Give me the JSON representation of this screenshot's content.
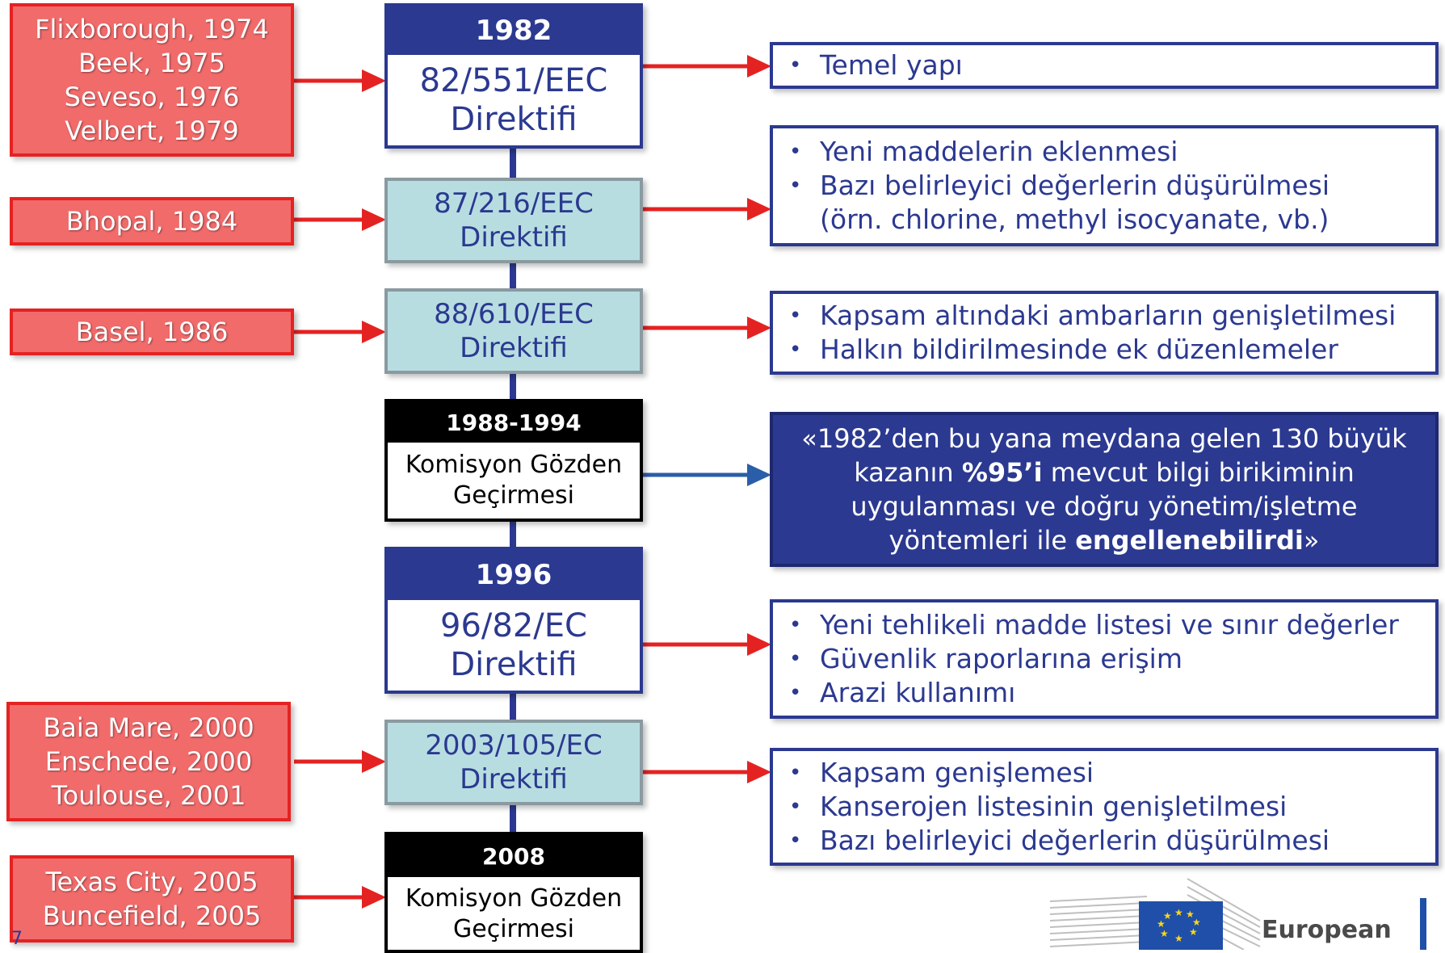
{
  "accidents": [
    {
      "id": "acc1",
      "lines": [
        "Flixborough, 1974",
        "Beek, 1975",
        "Seveso, 1976",
        "Velbert, 1979"
      ]
    },
    {
      "id": "acc2",
      "lines": [
        "Bhopal, 1984"
      ]
    },
    {
      "id": "acc3",
      "lines": [
        "Basel, 1986"
      ]
    },
    {
      "id": "acc4",
      "lines": [
        "Baia Mare, 2000",
        "Enschede, 2000",
        "Toulouse, 2001"
      ]
    },
    {
      "id": "acc5",
      "lines": [
        "Texas City, 2005",
        "Buncefield, 2005"
      ]
    }
  ],
  "timeline": {
    "d1982": {
      "year": "1982",
      "line1": "82/551/EEC",
      "line2": "Direktifi"
    },
    "d1987": {
      "line1": "87/216/EEC",
      "line2": "Direktifi"
    },
    "d1988": {
      "line1": "88/610/EEC",
      "line2": "Direktifi"
    },
    "review1": {
      "year": "1988-1994",
      "line1": "Komisyon Gözden",
      "line2": "Geçirmesi"
    },
    "d1996": {
      "year": "1996",
      "line1": "96/82/EC",
      "line2": "Direktifi"
    },
    "d2003": {
      "line1": "2003/105/EC",
      "line2": "Direktifi"
    },
    "review2": {
      "year": "2008",
      "line1": "Komisyon Gözden",
      "line2": "Geçirmesi"
    }
  },
  "outcomes": {
    "o1": [
      "Temel yapı"
    ],
    "o2": [
      "Yeni maddelerin eklenmesi",
      "Bazı belirleyici değerlerin düşürülmesi",
      "(örn. chlorine, methyl isocyanate, vb.)"
    ],
    "o3": [
      "Kapsam altındaki ambarların genişletilmesi",
      "Halkın bildirilmesinde ek düzenlemeler"
    ],
    "o5": [
      "Yeni tehlikeli madde listesi ve sınır değerler",
      "Güvenlik raporlarına erişim",
      "Arazi kullanımı"
    ],
    "o6": [
      "Kapsam genişlemesi",
      "Kanserojen listesinin genişletilmesi",
      "Bazı belirleyici değerlerin düşürülmesi"
    ]
  },
  "quote": {
    "part1": "«1982’den bu yana meydana gelen 130 büyük kazanın ",
    "bold1": "%95’i",
    "part2": " mevcut bilgi birikiminin uygulanması ve doğru yönetim/işletme yöntemleri ile ",
    "bold2": "engellenebilirdi",
    "part3": "»"
  },
  "logo": {
    "text": "European"
  },
  "page_number": "7",
  "colors": {
    "accident_fill": "#f26b6b",
    "accident_border": "#e52222",
    "navy": "#2b3990",
    "teal": "#b7dde1",
    "arrow_red": "#e52222",
    "arrow_blue": "#2b5ea8"
  }
}
